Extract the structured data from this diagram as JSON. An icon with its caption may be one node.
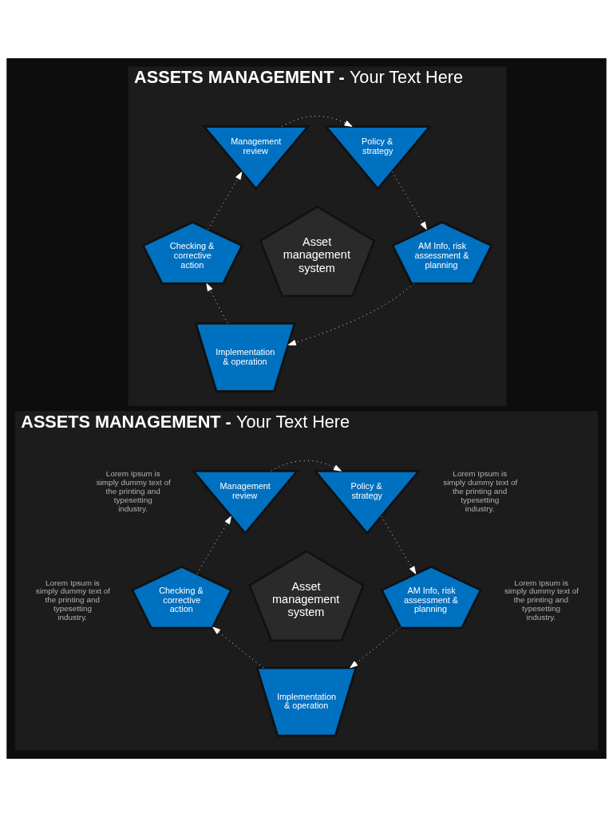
{
  "diagram": {
    "nodes": [
      {
        "text": [
          "**ASSETS MANAGEMENT -** Your Text Here"
        ]
      },
      {
        "text": [
          "Management review"
        ],
        "in": 0
      },
      {
        "text": [
          "Policy & strategy"
        ],
        "in": 0
      },
      {
        "text": [
          "Asset management system"
        ],
        "in": 0
      },
      {
        "text": [
          "Checking & corrective action"
        ],
        "in": 0
      },
      {
        "text": [
          "AM Info, risk assessment & planning"
        ],
        "in": 0
      },
      {
        "text": [
          "Implementation & operation"
        ],
        "in": 0
      },
      {
        "text": [
          "**ASSETS MANAGEMENT -** Your Text Here"
        ]
      },
      {
        "text": [
          "Management review"
        ],
        "in": 7,
        "beside": [
          "Lorem Ipsum is simply dummy text of the printing and typesetting industry."
        ]
      },
      {
        "text": [
          "Policy & strategy"
        ],
        "in": 7,
        "beside": [
          "Lorem Ipsum is simply dummy text of the printing and typesetting industry."
        ]
      },
      {
        "text": [
          "Asset management system"
        ],
        "in": 7
      },
      {
        "text": [
          "Checking & corrective action"
        ],
        "in": 7,
        "beside": [
          "Lorem Ipsum is simply dummy text of the printing and typesetting industry."
        ]
      },
      {
        "text": [
          "AM Info, risk assessment & planning"
        ],
        "in": 7,
        "beside": [
          "Lorem Ipsum is simply dummy text of the printing and typesetting industry."
        ]
      },
      {
        "text": [
          "Implementation & operation"
        ],
        "in": 7
      }
    ],
    "edges": [
      {
        "from": 1,
        "to": 2,
        "arrow": "to",
        "style": "dashed"
      },
      {
        "from": 2,
        "to": 5,
        "arrow": "to",
        "style": "dashed"
      },
      {
        "from": 5,
        "to": 6,
        "arrow": "to",
        "style": "dashed"
      },
      {
        "from": 6,
        "to": 4,
        "arrow": "to",
        "style": "dashed"
      },
      {
        "from": 4,
        "to": 1,
        "arrow": "to",
        "style": "dashed"
      },
      {
        "from": 8,
        "to": 9,
        "arrow": "to",
        "style": "dashed"
      },
      {
        "from": 9,
        "to": 12,
        "arrow": "to",
        "style": "dashed"
      },
      {
        "from": 12,
        "to": 13,
        "arrow": "to",
        "style": "dashed"
      },
      {
        "from": 13,
        "to": 11,
        "arrow": "to",
        "style": "dashed"
      },
      {
        "from": 11,
        "to": 8,
        "arrow": "to",
        "style": "dashed"
      }
    ]
  }
}
